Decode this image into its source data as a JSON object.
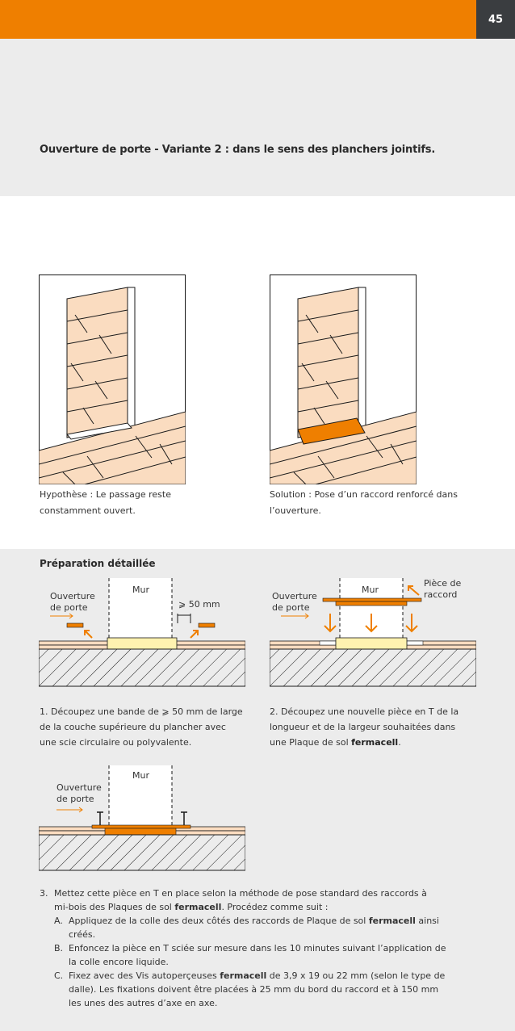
{
  "page_number": "45",
  "section_title": "Ouverture de porte - Variante 2 : dans le sens des planchers jointifs.",
  "figures": {
    "hypothesis_caption": [
      "Hypothèse : Le passage reste",
      "constamment ouvert."
    ],
    "solution_caption": [
      "Solution : Pose d’un raccord renforcé dans",
      "l’ouverture."
    ]
  },
  "prep": {
    "title": "Préparation détaillée",
    "door_label": [
      "Ouverture",
      "de porte"
    ],
    "wall_label": "Mur",
    "dim_label": "⩾ 50 mm",
    "piece_label": [
      "Pièce de",
      "raccord"
    ],
    "step1": [
      "1. Découpez une bande de ⩾ 50 mm de large",
      "de la couche supérieure du plancher avec",
      "une scie circulaire ou polyvalente."
    ],
    "step2_lines": [
      "2. Découpez une nouvelle pièce en T de la",
      "longueur et de la largeur souhaitées dans",
      "une Plaque de sol "
    ],
    "step2_bold": "fermacell",
    "step2_end": ".",
    "step3": {
      "num": "3.",
      "text": [
        "Mettez cette pièce en T en place selon la méthode de pose standard des raccords à",
        "mi-bois des Plaques de sol fermacell. Procédez comme suit :"
      ],
      "items": [
        {
          "key": "A.",
          "lines": [
            "Appliquez de la colle des deux côtés des raccords de Plaque de sol fermacell ainsi",
            "créés."
          ]
        },
        {
          "key": "B.",
          "lines": [
            "Enfoncez la pièce en T sciée sur mesure dans les 10 minutes suivant l’application de",
            "la colle encore liquide."
          ]
        },
        {
          "key": "C.",
          "lines": [
            "Fixez avec des Vis autoperçeuses fermacell de 3,9 x 19 ou 22 mm (selon le type de",
            "dalle). Les fixations doivent être placées à 25 mm du bord du raccord et à 150 mm",
            "les unes des autres d’axe en axe."
          ]
        }
      ]
    }
  },
  "colors": {
    "orange": "#ef7f00",
    "dark": "#3a3d40",
    "band": "#ececec",
    "wood": "#fadcc0",
    "glue": "#fff2b0"
  }
}
